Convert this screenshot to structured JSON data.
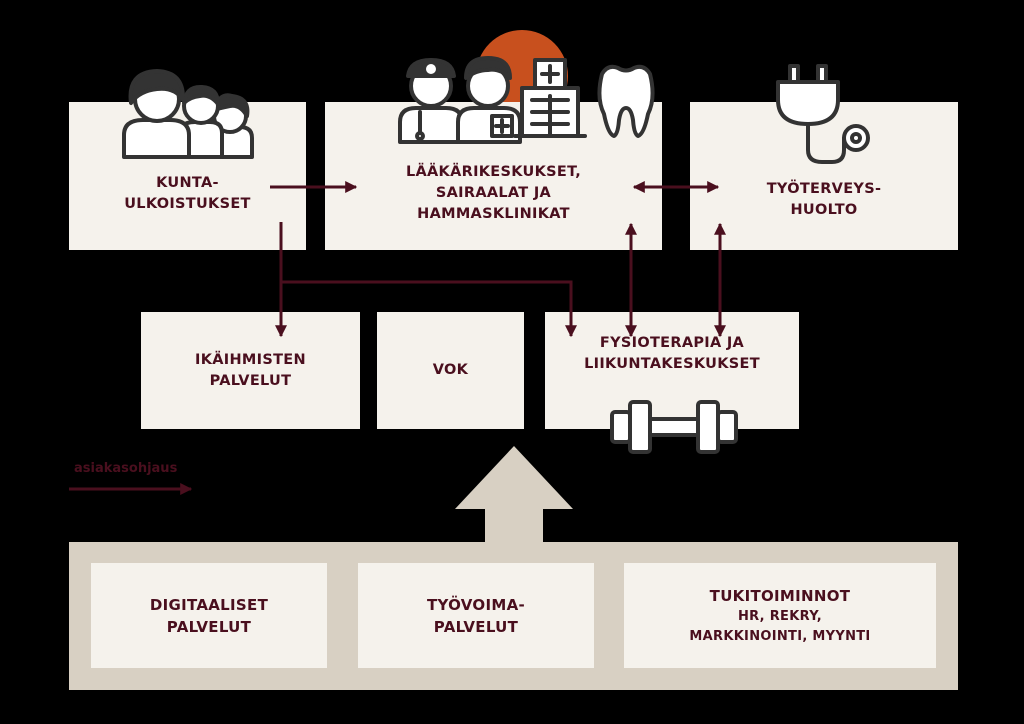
{
  "colors": {
    "background": "#000000",
    "box_fill": "#f5f2ec",
    "text": "#4a0f1e",
    "arrow": "#4a0f1e",
    "base_fill": "#d8d0c3",
    "accent_orange": "#c8501e",
    "icon_stroke": "#333333"
  },
  "boxes": {
    "kunta": "KUNTA-\nULKOISTUKSET",
    "laakari": "LÄÄKÄRIKESKUKSET,\nSAIRAALAT JA\nHAMMASKLINIKAT",
    "tyoterveys": "TYÖTERVEYS-\nHUOLTO",
    "ikaihmisten": "IKÄIHMISTEN\nPALVELUT",
    "vok": "VOK",
    "fysio": "FYSIOTERAPIA JA\nLIIKUNTAKESKUKSET"
  },
  "legend": {
    "label": "asiakasohjaus"
  },
  "base": {
    "digitaaliset": "DIGITAALISET\nPALVELUT",
    "tyovoima": "TYÖVOIMA-\nPALVELUT",
    "tukitoiminnot_title": "TUKITOIMINNOT",
    "tukitoiminnot_sub": "HR, REKRY,\nMARKKINOINTI, MYYNTI"
  },
  "icons": [
    "family-icon",
    "doctor-icon",
    "nurse-icon",
    "hospital-icon",
    "tooth-icon",
    "stethoscope-icon",
    "dumbbell-icon"
  ]
}
